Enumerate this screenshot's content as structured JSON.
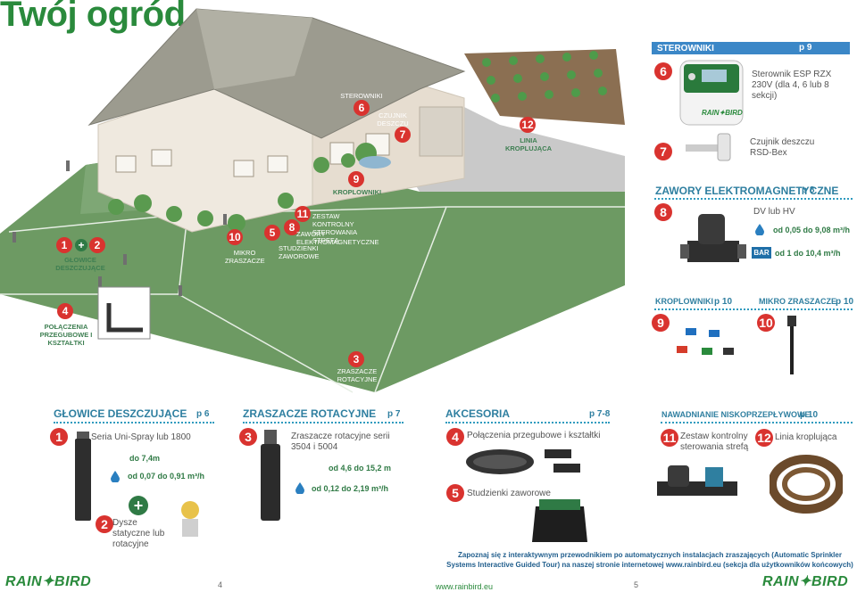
{
  "title": "Twój ogród",
  "scene_labels": {
    "sterowniki": "STEROWNIKI",
    "czujnik": "CZUJNIK DESZCZU",
    "linia": "LINIA KROPLUJĄCA",
    "kroplowniki": "KROPLOWNIKI",
    "zestaw": "ZESTAW KONTROLNY STEROWANIA STREFĄ",
    "zawory": "ZAWORY ELEKTROMAGNETYCZNE",
    "studzienki": "STUDZIENKI ZAWOROWE",
    "mikro": "MIKRO ZRASZACZE",
    "glowice": "GŁOWICE DESZCZUJĄCE",
    "polaczenia": "POŁĄCZENIA PRZEGUBOWE I KSZTAŁTKI",
    "zraszacze": "ZRASZACZE ROTACYJNE"
  },
  "badges": [
    "1",
    "2",
    "3",
    "4",
    "5",
    "6",
    "7",
    "8",
    "9",
    "10",
    "11",
    "12"
  ],
  "plus": "+",
  "sterowniki": {
    "header": "STEROWNIKI",
    "page": "p 9",
    "controller_desc": "Sterownik ESP RZX 230V (dla 4, 6 lub 8 sekcji)",
    "sensor_desc": "Czujnik deszczu RSD-Bex",
    "brand": "RAIN✦BIRD"
  },
  "zawory": {
    "header": "ZAWORY ELEKTROMAGNETYCZNE",
    "page": "p 8",
    "type": "DV lub HV",
    "flow": "od 0,05 do 9,08 m³/h",
    "bar_tag": "BAR",
    "pressure": "od 1 do 10,4 m³/h"
  },
  "kroplowniki": {
    "header": "KROPLOWNIKI",
    "page": "p 10"
  },
  "mikro": {
    "header": "MIKRO ZRASZACZE",
    "page": "p 10"
  },
  "bottom": {
    "glowice": {
      "header": "GŁOWICE DESZCZUJĄCE",
      "page": "p 6",
      "item": "Seria Uni-Spray lub 1800",
      "range": "do 7,4m",
      "flow": "od 0,07 do 0,91 m³/h",
      "nozzles": "Dysze statyczne lub rotacyjne"
    },
    "zraszacze": {
      "header": "ZRASZACZE ROTACYJNE",
      "page": "p 7",
      "item": "Zraszacze rotacyjne serii 3504 i 5004",
      "range": "od 4,6 do 15,2 m",
      "flow": "od 0,12 do 2,19 m³/h"
    },
    "akcesoria": {
      "header": "AKCESORIA",
      "page": "p 7-8",
      "item4": "Połączenia przegubowe i kształtki",
      "item5": "Studzienki zaworowe"
    },
    "nawadnianie": {
      "header": "NAWADNIANIE NISKOPRZEPŁYWOWE",
      "page": "p 10",
      "item11": "Zestaw kontrolny sterowania strefą",
      "item12": "Linia kroplująca"
    }
  },
  "info_text": "Zapoznaj się z interaktywnym przewodnikiem po automatycznych instalacjach zraszających (Automatic Sprinkler Systems Interactive Guided Tour) na naszej stronie internetowej www.rainbird.eu (sekcja dla użytkowników końcowych)",
  "footer": {
    "logo": "RAIN✦BIRD",
    "page_left": "4",
    "url": "www.rainbird.eu",
    "page_right": "5"
  },
  "colors": {
    "green": "#2a8a3c",
    "red": "#d9332f",
    "blue": "#2f7fa0",
    "lawn": "#6d9a63"
  }
}
